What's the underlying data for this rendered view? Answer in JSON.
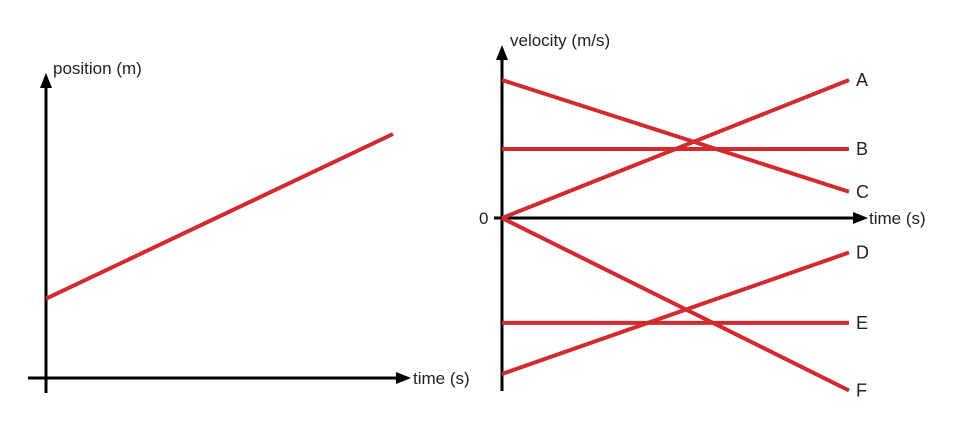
{
  "colors": {
    "line": "#d22a2f",
    "axis": "#000000",
    "text": "#222222"
  },
  "position_graph": {
    "y_axis_label": "position (m)",
    "x_axis_label": "time (s)",
    "line_start_fraction": 0.26,
    "line_end_fraction": 0.8
  },
  "velocity_graph": {
    "y_axis_label": "velocity (m/s)",
    "x_axis_label": "time (s)",
    "zero_label": "0",
    "series": [
      {
        "name": "A",
        "start": 0.0,
        "end": 1.0
      },
      {
        "name": "B",
        "start": 0.5,
        "end": 0.5
      },
      {
        "name": "C",
        "start": 1.0,
        "end": 0.19
      },
      {
        "name": "D",
        "start": -1.13,
        "end": -0.25
      },
      {
        "name": "E",
        "start": -0.76,
        "end": -0.76
      },
      {
        "name": "F",
        "start": 0.0,
        "end": -1.25
      }
    ]
  }
}
